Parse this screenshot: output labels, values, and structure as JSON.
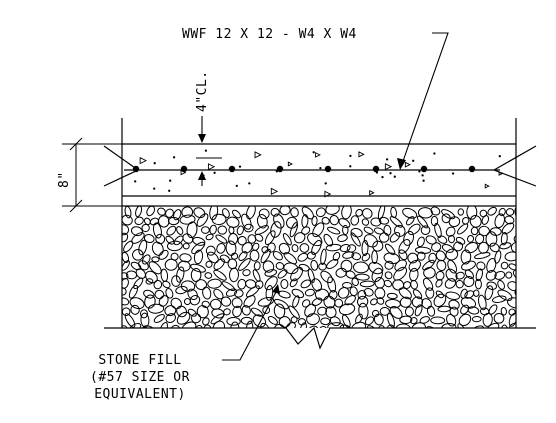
{
  "labels": {
    "wwf": "WWF 12 X 12 - W4 X W4",
    "clearance": "4\"CL.",
    "thickness": "8\"",
    "stone_fill_line1": "STONE FILL",
    "stone_fill_line2": "(#57 SIZE OR",
    "stone_fill_line3": "EQUIVALENT)"
  },
  "colors": {
    "ink": "#000000",
    "paper": "#ffffff"
  }
}
